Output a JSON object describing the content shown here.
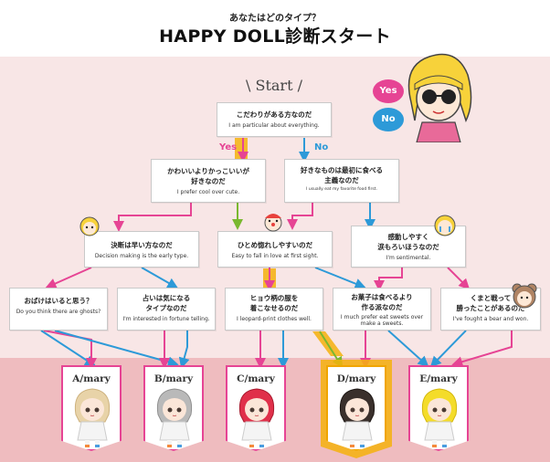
{
  "header": {
    "subtitle": "あなたはどのタイプ？",
    "title": "HAPPY DOLL診断スタート"
  },
  "start_label": "\\ Start /",
  "branch_labels": {
    "yes": "Yes",
    "no": "No"
  },
  "legend": {
    "yes": "Yes",
    "no": "No"
  },
  "colors": {
    "yes": "#e64494",
    "no": "#2d9ad8",
    "highlight": "#f5b10d",
    "path_green": "#7ab82f",
    "band_top": "#f8e6e6",
    "band_bottom": "#efbcbf"
  },
  "nodes": [
    {
      "id": "root",
      "jp": "こだわりがある方なのだ",
      "en": "I am particular about everything."
    },
    {
      "id": "q2a",
      "jp": "かわいいよりかっこいいが\n好きなのだ",
      "en": "I prefer cool over cute."
    },
    {
      "id": "q2b",
      "jp": "好きなものは最初に食べる\n主義なのだ",
      "en": "I usually eat my favorite food first."
    },
    {
      "id": "q3a",
      "jp": "決断は早い方なのだ",
      "en": "Decision making is the early type."
    },
    {
      "id": "q3b",
      "jp": "ひとめ惚れしやすいのだ",
      "en": "Easy to fall in love at first sight."
    },
    {
      "id": "q3c",
      "jp": "感動しやすく\n涙もろいほうなのだ",
      "en": "I'm sentimental."
    },
    {
      "id": "q4a",
      "jp": "おばけはいると思う？",
      "en": "Do you think there are ghosts?"
    },
    {
      "id": "q4b",
      "jp": "占いは気になる\nタイプなのだ",
      "en": "I'm interested in fortune telling."
    },
    {
      "id": "q4c",
      "jp": "ヒョウ柄の服を\n着こなせるのだ",
      "en": "I leopard-print clothes well."
    },
    {
      "id": "q4d",
      "jp": "お菓子は食べるより\n作る派なのだ",
      "en": "I much prefer eat sweets over make a sweets."
    },
    {
      "id": "q4e",
      "jp": "くまと戦って\n勝ったことがあるのだ",
      "en": "I've fought a bear and won."
    }
  ],
  "results": [
    {
      "name": "A/mary",
      "hair": "#e8d3a8",
      "hair_shade": "#cdb27e"
    },
    {
      "name": "B/mary",
      "hair": "#b9b9b9",
      "hair_shade": "#8f8f8f"
    },
    {
      "name": "C/mary",
      "hair": "#e0304a",
      "hair_shade": "#a81a2e"
    },
    {
      "name": "D/mary",
      "hair": "#3a302c",
      "hair_shade": "#1d1714",
      "highlighted": true
    },
    {
      "name": "E/mary",
      "hair": "#f4dc2a",
      "hair_shade": "#d3b70c"
    }
  ],
  "character_icons": [
    "girl-face-icon",
    "clown-face-icon",
    "crying-girl-icon",
    "bear-hood-girl-icon",
    "sunglasses-girl-icon"
  ]
}
